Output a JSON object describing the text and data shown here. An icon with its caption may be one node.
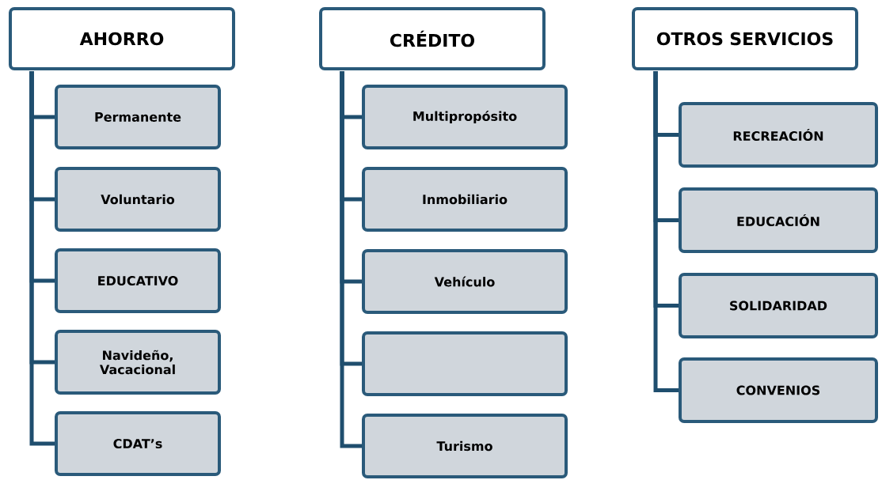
{
  "diagram": {
    "nodes": [
      {
        "text": [
          "AHORRO"
        ]
      },
      {
        "text": [
          "Permanente"
        ]
      },
      {
        "text": [
          "Voluntario"
        ]
      },
      {
        "text": [
          "EDUCATIVO"
        ]
      },
      {
        "text": [
          "Navideño, Vacacional"
        ]
      },
      {
        "text": [
          "CDAT’s"
        ]
      },
      {
        "text": [
          "CRÉDITO"
        ]
      },
      {
        "text": [
          "Multipropósito"
        ]
      },
      {
        "text": [
          "Inmobiliario"
        ]
      },
      {
        "text": [
          "Vehículo"
        ]
      },
      {
        "text": [],
        "shape": "box"
      },
      {
        "text": [
          "Turismo"
        ]
      },
      {
        "text": [
          "OTROS SERVICIOS"
        ]
      },
      {
        "text": [
          "RECREACIÓN"
        ]
      },
      {
        "text": [
          "EDUCACIÓN"
        ]
      },
      {
        "text": [
          "SOLIDARIDAD"
        ]
      },
      {
        "text": [
          "CONVENIOS"
        ]
      }
    ],
    "edges": [
      {
        "from": 0,
        "to": 1,
        "arrow": "none"
      },
      {
        "from": 0,
        "to": 2,
        "arrow": "none"
      },
      {
        "from": 0,
        "to": 3,
        "arrow": "none"
      },
      {
        "from": 0,
        "to": 4,
        "arrow": "none"
      },
      {
        "from": 0,
        "to": 5,
        "arrow": "none"
      },
      {
        "from": 6,
        "to": 7,
        "arrow": "none"
      },
      {
        "from": 6,
        "to": 8,
        "arrow": "none"
      },
      {
        "from": 6,
        "to": 9,
        "arrow": "none"
      },
      {
        "from": 6,
        "to": 10,
        "arrow": "none"
      },
      {
        "from": 6,
        "to": 11,
        "arrow": "none"
      },
      {
        "from": 12,
        "to": 13,
        "arrow": "none"
      },
      {
        "from": 12,
        "to": 14,
        "arrow": "none"
      },
      {
        "from": 12,
        "to": 15,
        "arrow": "none"
      },
      {
        "from": 12,
        "to": 16,
        "arrow": "none"
      }
    ]
  }
}
